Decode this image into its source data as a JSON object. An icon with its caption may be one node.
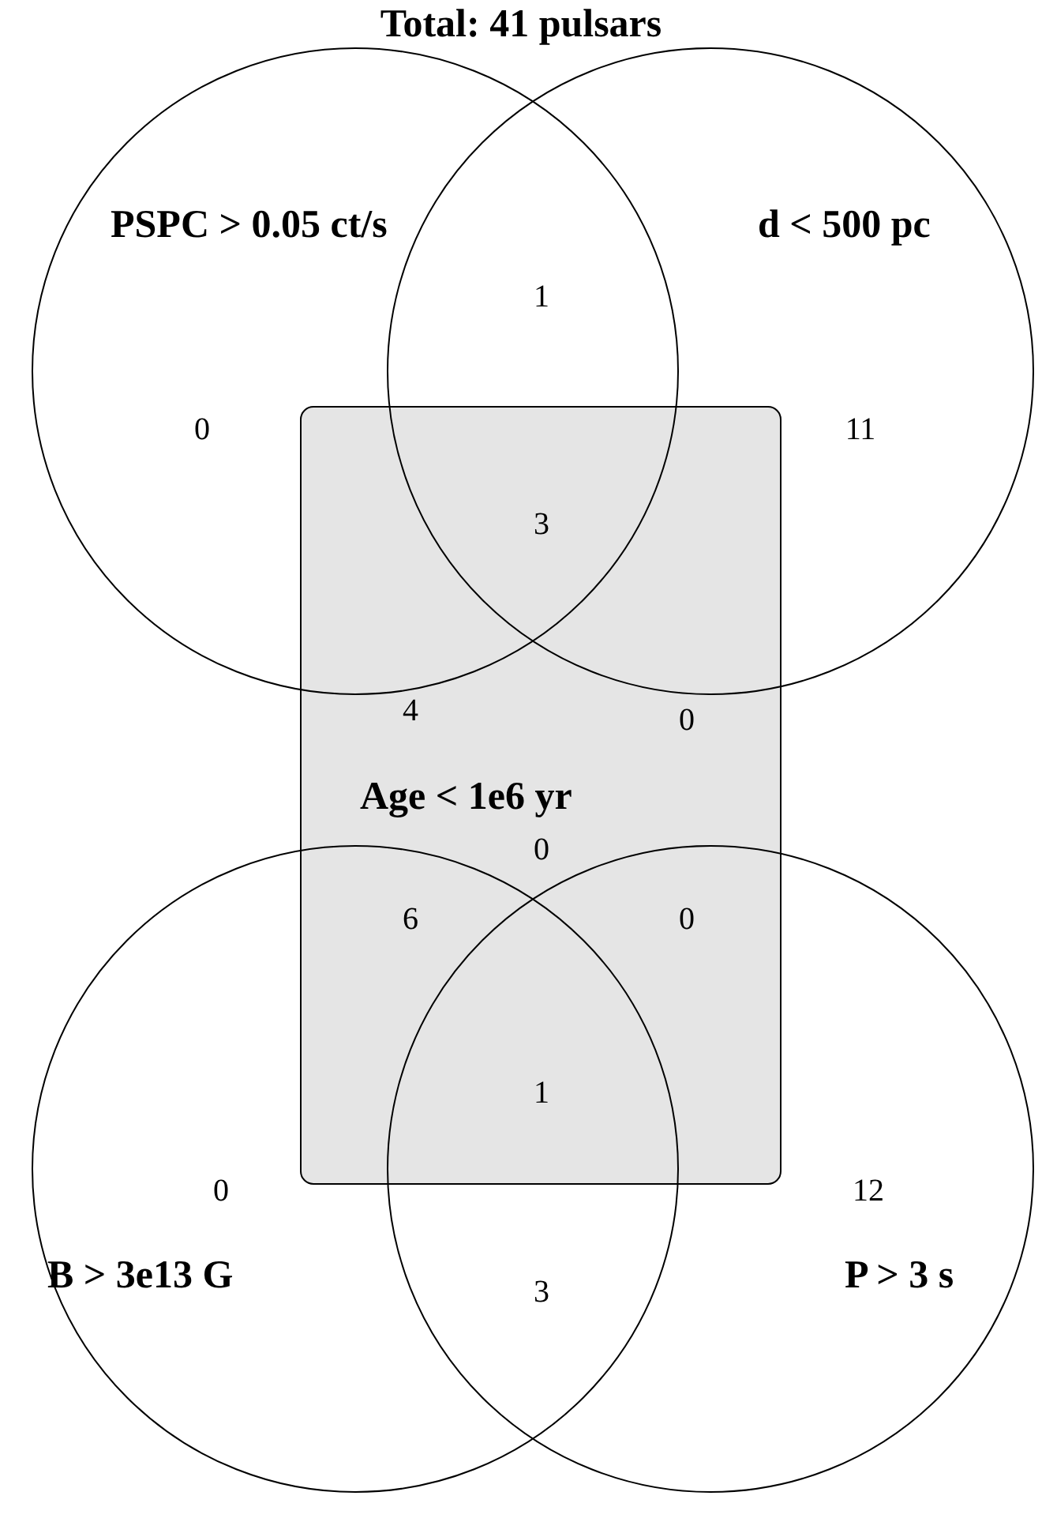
{
  "diagram": {
    "title": "Total: 41 pulsars",
    "nodes": [
      {
        "text": [
          "PSPC > 0.05 ct/s"
        ]
      },
      {
        "text": [
          "d < 500 pc"
        ]
      },
      {
        "text": [
          "Age < 1e6 yr"
        ]
      },
      {
        "text": [
          "B > 3e13 G"
        ]
      },
      {
        "text": [
          "P > 3 s"
        ]
      }
    ],
    "edges": [],
    "labels": [
      "1",
      "0",
      "11",
      "3",
      "4",
      "0",
      "0",
      "6",
      "0",
      "1",
      "0",
      "12",
      "3"
    ]
  }
}
